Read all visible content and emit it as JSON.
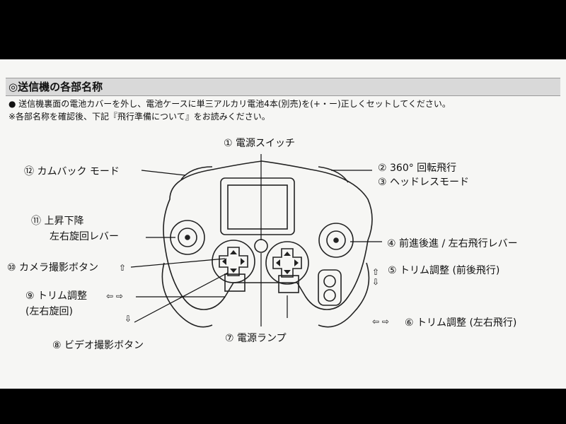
{
  "section_title": "◎送信機の各部名称",
  "notes": [
    "● 送信機裏面の電池カバーを外し、電池ケースに単三アルカリ電池4本(別売)を(+・ー)正しくセットしてください。",
    "※各部名称を確認後、下記『飛行準備について』をお読みください。"
  ],
  "labels": {
    "power_switch": "① 電源スイッチ",
    "rotate_360": "② 360° 回転飛行",
    "headless": "③ ヘッドレスモード",
    "fwd_lr_lever": "④ 前進後進 / 左右飛行レバー",
    "trim_fb": "⑤ トリム調整 (前後飛行)",
    "trim_lr": "⑥ トリム調整 (左右飛行)",
    "power_lamp": "⑦ 電源ランプ",
    "video_button": "⑧ ビデオ撮影ボタン",
    "trim_rot_1": "⑨ トリム調整",
    "trim_rot_2": "(左右旋回)",
    "camera_button": "⑩ カメラ撮影ボタン",
    "updown_1": "⑪ 上昇下降",
    "updown_2": "左右旋回レバー",
    "comeback": "⑫ カムバック モード"
  },
  "arrows": {
    "up": "⇧",
    "down": "⇩",
    "left_right": "⇦ ⇨"
  }
}
